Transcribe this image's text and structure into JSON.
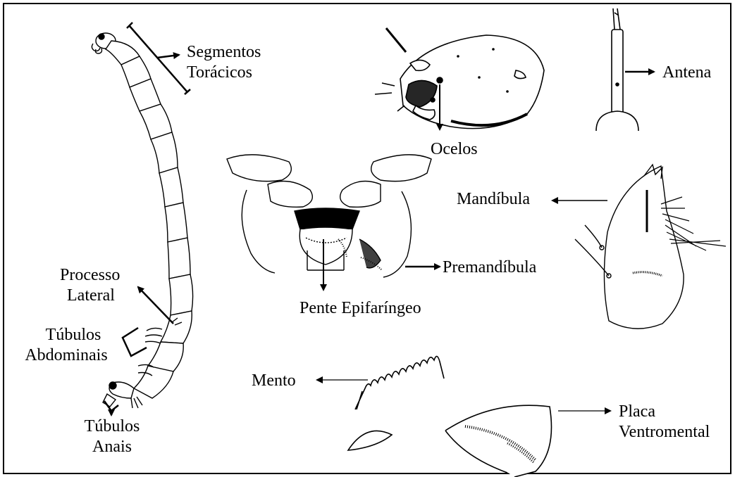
{
  "labels": {
    "segmentos": [
      "Segmentos",
      "Torácicos"
    ],
    "processo": [
      "Processo",
      "Lateral"
    ],
    "tubulos_abdominais": [
      "Túbulos",
      "Abdominais"
    ],
    "tubulos_anais": [
      "Túbulos",
      "Anais"
    ],
    "ocelos": "Ocelos",
    "antena": "Antena",
    "mandibula": "Mandíbula",
    "premandibula": "Premandíbula",
    "pente": "Pente Epifaríngeo",
    "mento": "Mento",
    "placa": [
      "Placa",
      "Ventromental"
    ]
  },
  "colors": {
    "ink": "#000000",
    "background": "#ffffff"
  }
}
